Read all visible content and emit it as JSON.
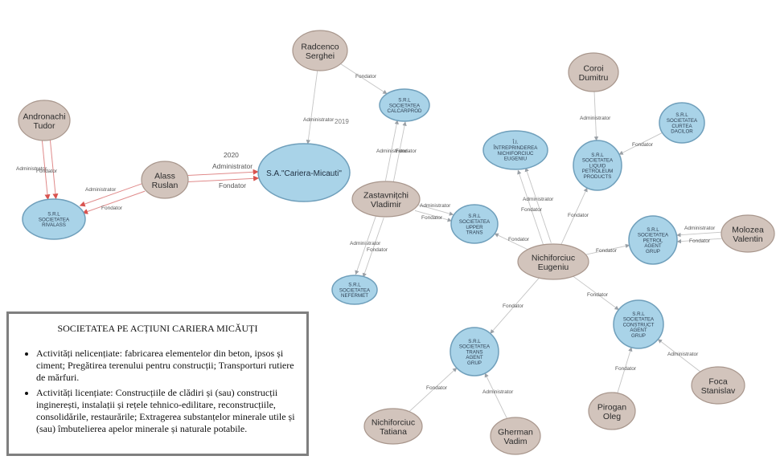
{
  "diagram": {
    "nodes": {
      "radcenco": "Radcenco\nSerghei",
      "andronachi": "Andronachi\nTudor",
      "alass": "Alass\nRuslan",
      "coroi": "Coroi\nDumitru",
      "zastavnitchi": "Zastavnițchi\nVladimir",
      "nichiforciuc_e": "Nichiforciuc\nEugeniu",
      "molozea": "Molozea\nValentin",
      "foca": "Foca\nStanislav",
      "pirogan": "Pirogan\nOleg",
      "nichiforciuc_t": "Nichiforciuc\nTatiana",
      "gherman": "Gherman\nVadim",
      "carieramicauti": "S.A.\"Cariera-Micauti\"",
      "rivalass": "S.R.L\nSOCIETATEA\nRIVALASS",
      "calcarprod": "S.R.L\nSOCIETATEA\nCALCARPROD",
      "intreprinderea": "Î.I.\nÎNTREPRINDEREA\nNICHIFORCIUC\nEUGENIU",
      "liquid": "S.R.L\nSOCIETATEA\nLIQUID\nPETROLEUM\nPRODUCTS",
      "curtea": "S.R.L\nSOCIETATEA\nCURTEA\nDACILOR",
      "upper": "S.R.L\nSOCIETATEA\nUPPER\nTRANS",
      "petrol": "S.R.L\nSOCIETATEA\nPETROL\nAGENT\nGRUP",
      "nefermet": "S.R.L\nSOCIETATEA\nNEFERMET",
      "construct": "S.R.L\nSOCIETATEA\nCONSTRUCT\nAGENT\nGRUP",
      "trans": "S.R.L\nSOCIETATEA\nTRANS\nAGENT\nGRUP"
    },
    "labels": {
      "administrator": "Administrator",
      "fondator": "Fondator",
      "year_2019": "2019",
      "year_2020": "2020"
    }
  },
  "info_box": {
    "title": "SOCIETATEA PE ACȚIUNI CARIERA MICĂUȚI",
    "items": [
      "Activități nelicențiate: fabricarea elementelor din beton, ipsos și ciment; Pregătirea terenului pentru construcții; Transporturi rutiere de mărfuri.",
      "Activități licențiate: Construcțiile de clădiri și (sau) construcții inginerești, instalații și rețele tehnico-edilitare, reconstrucțiile, consolidările, restaurările; Extragerea substanțelor minerale utile și (sau) îmbutelierea apelor minerale și naturale potabile."
    ]
  },
  "colors": {
    "person_fill": "#d2c4bc",
    "company_fill": "#a9d3e8",
    "edge_gray": "#c4c4c4",
    "edge_red": "#d9534f"
  }
}
